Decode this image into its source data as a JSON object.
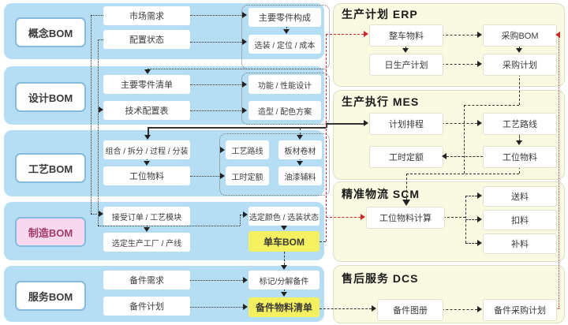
{
  "left": {
    "rows": [
      {
        "label": "概念BOM",
        "boxes": [
          "市场需求",
          "配置状态",
          "主要零件构成",
          "选装 / 定位 / 成本"
        ]
      },
      {
        "label": "设计BOM",
        "boxes": [
          "主要零件清单",
          "技术配置表",
          "功能 / 性能设计",
          "造型 / 配色方案"
        ]
      },
      {
        "label": "工艺BOM",
        "boxes": [
          "组合 / 拆分 / 过程 / 分装",
          "工位物料",
          "工艺路线",
          "工时定额",
          "板材卷材",
          "油漆辅料"
        ]
      },
      {
        "label": "制造BOM",
        "boxes": [
          "接受订单 / 工艺模块",
          "选定生产工厂 / 产线",
          "选定颜色 / 选装状态",
          "单车BOM"
        ]
      },
      {
        "label": "服务BOM",
        "boxes": [
          "备件需求",
          "备件计划",
          "标记/分解备件",
          "备件物料清单"
        ]
      }
    ]
  },
  "right": {
    "panels": [
      {
        "title": "生产计划 ERP",
        "boxes": [
          "整车物料",
          "采购BOM",
          "日生产计划",
          "采购计划"
        ]
      },
      {
        "title": "生产执行 MES",
        "boxes": [
          "计划排程",
          "工艺路线",
          "工时定额",
          "工位物料"
        ]
      },
      {
        "title": "精准物流 SCM",
        "boxes": [
          "工位物料计算",
          "送料",
          "扣料",
          "补料"
        ]
      },
      {
        "title": "售后服务 DCS",
        "boxes": [
          "备件图册",
          "备件采购计划"
        ]
      }
    ]
  },
  "colors": {
    "band_blue": "#B5DDF3",
    "panel_yellow": "#FAFAE2",
    "highlight_yellow": "#F4F05F",
    "manufacture_pink": "#F8D8EE",
    "flow_red": "#CC2A2A"
  }
}
